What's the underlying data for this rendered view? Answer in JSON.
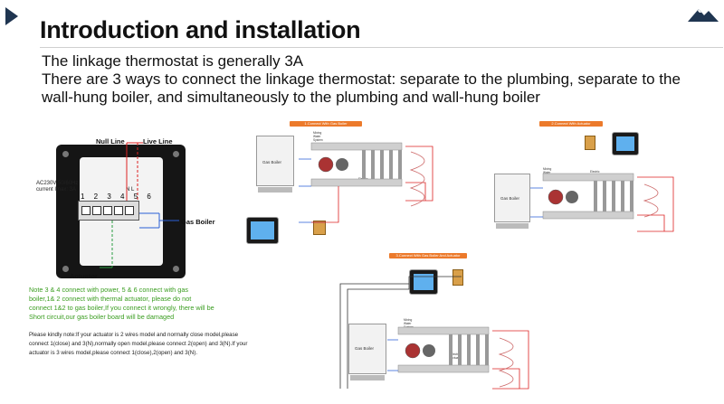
{
  "header": {
    "title": "Introduction and installation"
  },
  "intro": {
    "line1": "The linkage thermostat is generally 3A",
    "line2": "There are 3 ways to connect the linkage thermostat: separate to the plumbing, separate to the wall-hung boiler, and simultaneously to the plumbing and wall-hung boiler"
  },
  "wiring": {
    "null_line": "Null Line",
    "live_line": "Live Line",
    "gas_boiler": "Gas Boiler",
    "actuator": "Actuator",
    "terminal_numbers": "1 2 3 4 5 6",
    "spec_line1": "AC230V 50/60Hz",
    "spec_line2": "current Imax: 3A",
    "terminal_mark": "N  L"
  },
  "notes": {
    "warning": "Note 3 & 4 connect with power, 5 & 6 connect with gas boiler,1& 2 connect with thermal actuator, please do not connect 1&2 to gas boiler,If you connect it wrongly, there will be Short circuit,our gas boiler board will be damaged",
    "instructions": "Please kindly note:If your actuator is 2 wires model and normally close model,please connect 1(close) and 3(N),normally open model,please connect 2(open) and 3(N).If your actuator is 3 wires model,please connect 1(close),2(open) and 3(N)."
  },
  "diagrams": [
    {
      "banner": "1.Connect With Gas Boiler",
      "boiler": "Gas Boiler",
      "system": "Mixing Water System",
      "actuator": "Electric Actuator"
    },
    {
      "banner": "2.Connect With Actuator",
      "boiler": "Gas Boiler",
      "system": "Mixing Water System",
      "actuator": "Electric Actuator"
    },
    {
      "banner": "3.Connect With Gas Boiler And Actuator",
      "boiler": "Gas Boiler",
      "system": "Mixing Water System",
      "actuator": "Electric Actuator"
    }
  ],
  "colors": {
    "title_text": "#111111",
    "brand_dark": "#1f3550",
    "note_green": "#3a9d20",
    "banner_orange": "#ec7a2b",
    "wire_red": "#d22222",
    "wire_blue": "#2a5fd6"
  }
}
